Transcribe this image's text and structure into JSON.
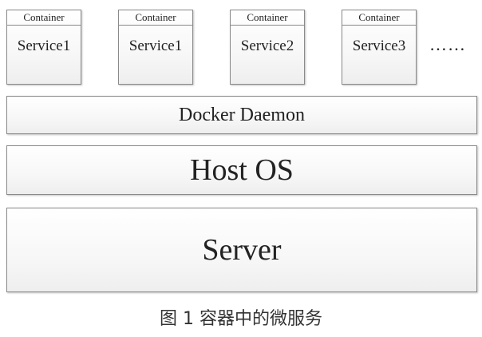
{
  "containers": [
    {
      "header": "Container",
      "service": "Service1"
    },
    {
      "header": "Container",
      "service": "Service1"
    },
    {
      "header": "Container",
      "service": "Service2"
    },
    {
      "header": "Container",
      "service": "Service3"
    }
  ],
  "ellipsis": "……",
  "layers": {
    "docker": "Docker Daemon",
    "host": "Host OS",
    "server": "Server"
  },
  "caption": "图 1 容器中的微服务"
}
